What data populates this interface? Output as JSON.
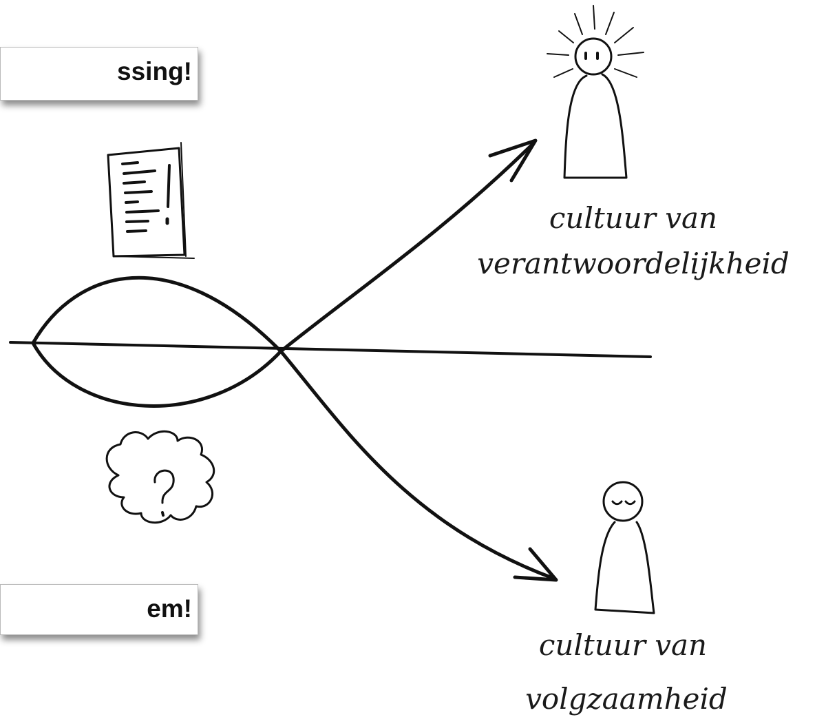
{
  "callouts": {
    "top_text": "ssing!",
    "bottom_text": "em!"
  },
  "labels": {
    "responsibility": {
      "line1": "cultuur van",
      "line2": "verantwoordelijkheid"
    },
    "compliance": {
      "line1": "cultuur van",
      "line2": "volgzaamheid"
    }
  },
  "icons": {
    "document": "document-exclamation-icon",
    "thought_cloud": "question-cloud-icon",
    "person_bright": "enlightened-person-icon",
    "person_sleepy": "sleepy-person-icon"
  },
  "colors": {
    "ink": "#111111",
    "background": "#ffffff"
  }
}
